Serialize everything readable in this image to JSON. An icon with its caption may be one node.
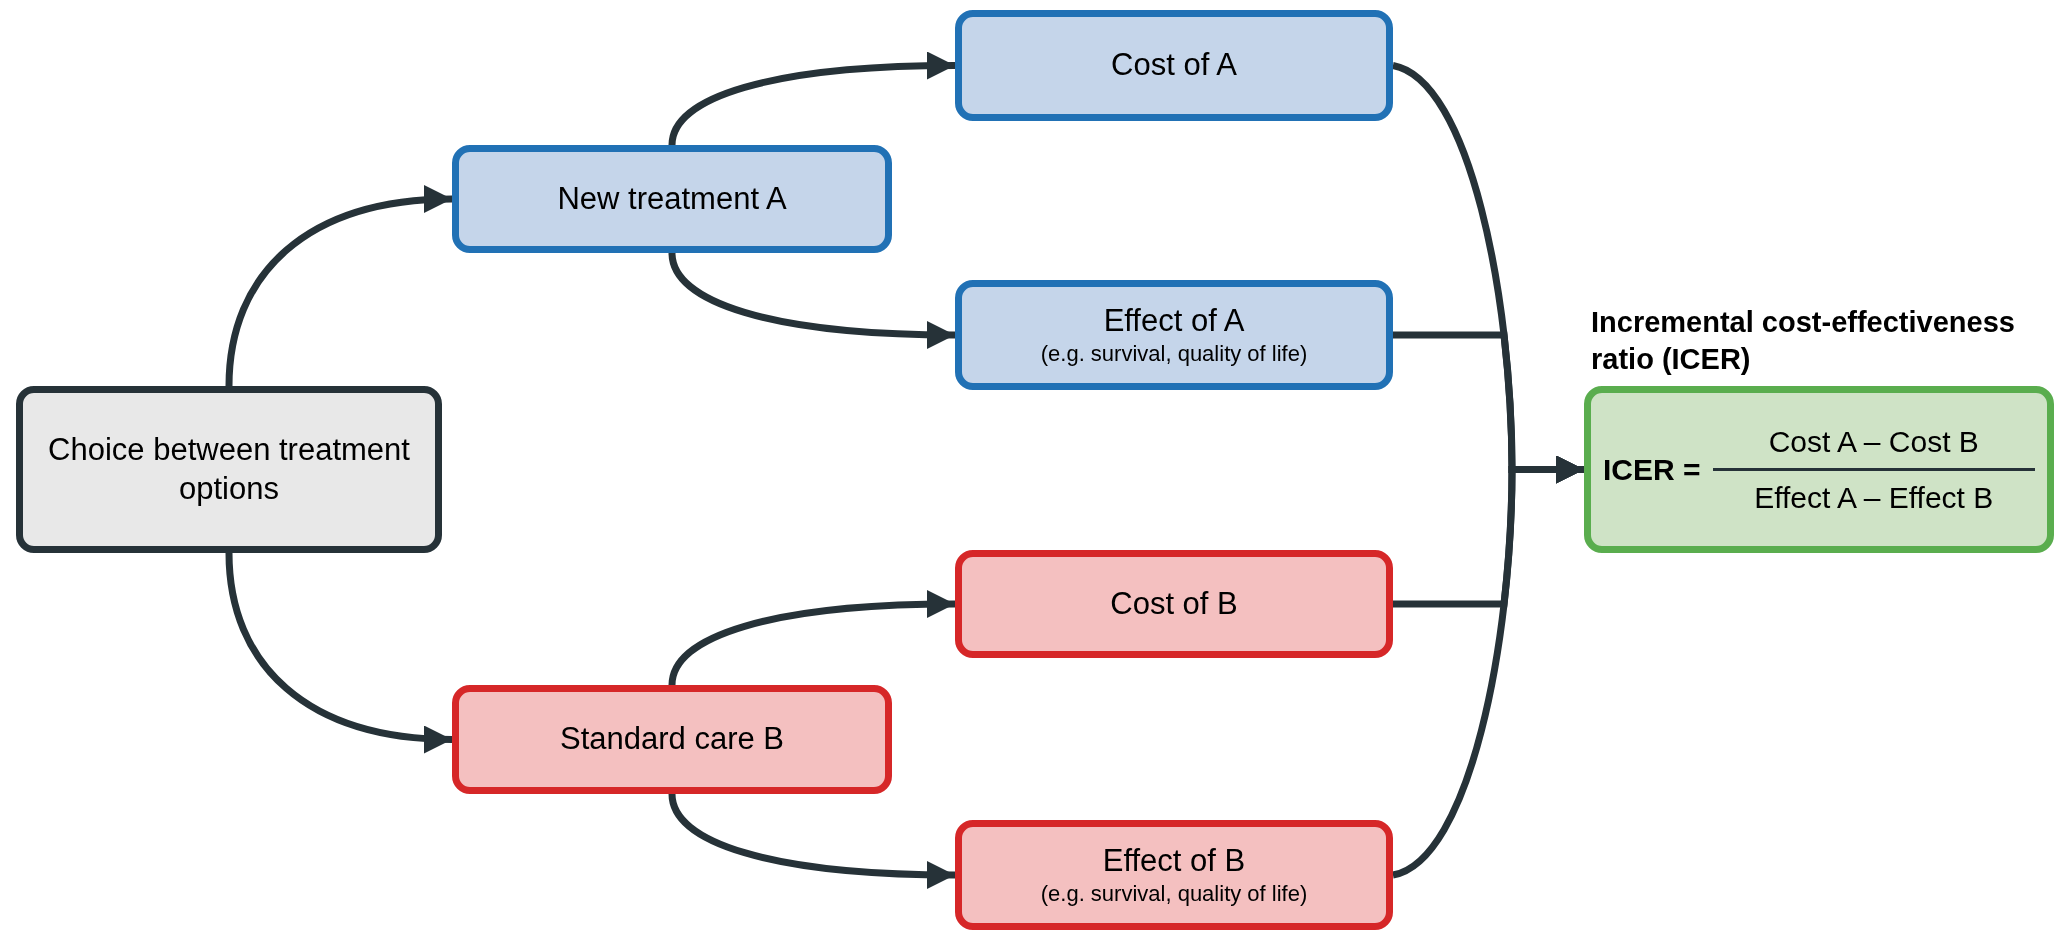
{
  "diagram": {
    "nodes": [
      {
        "text": [
          "Choice between treatment options"
        ]
      },
      {
        "text": [
          "New treatment A"
        ]
      },
      {
        "text": [
          "Standard care B"
        ]
      },
      {
        "text": [
          "Cost of A"
        ]
      },
      {
        "text": [
          "Effect of A",
          "(e.g. survival, quality of life)"
        ]
      },
      {
        "text": [
          "Cost of B"
        ]
      },
      {
        "text": [
          "Effect of B",
          "(e.g. survival, quality of life)"
        ]
      },
      {
        "text": [
          "Incremental cost-effectiveness ratio (ICER)",
          "ICER =",
          "Cost A – Cost B",
          "Effect A – Effect B"
        ]
      }
    ],
    "edges": [
      {
        "from": 0,
        "to": 1,
        "arrow": "to"
      },
      {
        "from": 0,
        "to": 2,
        "arrow": "to"
      },
      {
        "from": 1,
        "to": 3,
        "arrow": "to"
      },
      {
        "from": 1,
        "to": 4,
        "arrow": "to"
      },
      {
        "from": 2,
        "to": 5,
        "arrow": "to"
      },
      {
        "from": 2,
        "to": 6,
        "arrow": "to"
      },
      {
        "from": 3,
        "to": 7,
        "arrow": "to"
      },
      {
        "from": 4,
        "to": 7,
        "arrow": "to"
      },
      {
        "from": 5,
        "to": 7,
        "arrow": "to"
      },
      {
        "from": 6,
        "to": 7,
        "arrow": "to"
      }
    ]
  }
}
